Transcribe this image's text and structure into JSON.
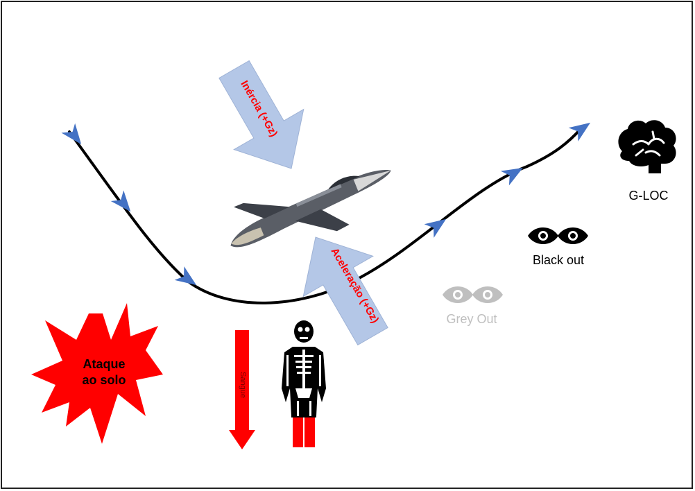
{
  "arrows": {
    "inertia": "Inércia (+Gz)",
    "acceleration": "Aceleração (+Gz)",
    "blood": "Sangue"
  },
  "states": {
    "grey_out": "Grey Out",
    "black_out": "Black out",
    "g_loc": "G-LOC"
  },
  "ground_attack": {
    "line1": "Ataque",
    "line2": "ao solo"
  },
  "colors": {
    "path_marker": "#4472c4",
    "big_arrow_fill": "#b4c7e7",
    "red": "#ff0000",
    "grey_out": "#bfbfbf",
    "black": "#000000"
  },
  "icons": [
    "brain-icon",
    "eye-icon",
    "skeleton-icon",
    "aircraft-image",
    "explosion-icon"
  ]
}
